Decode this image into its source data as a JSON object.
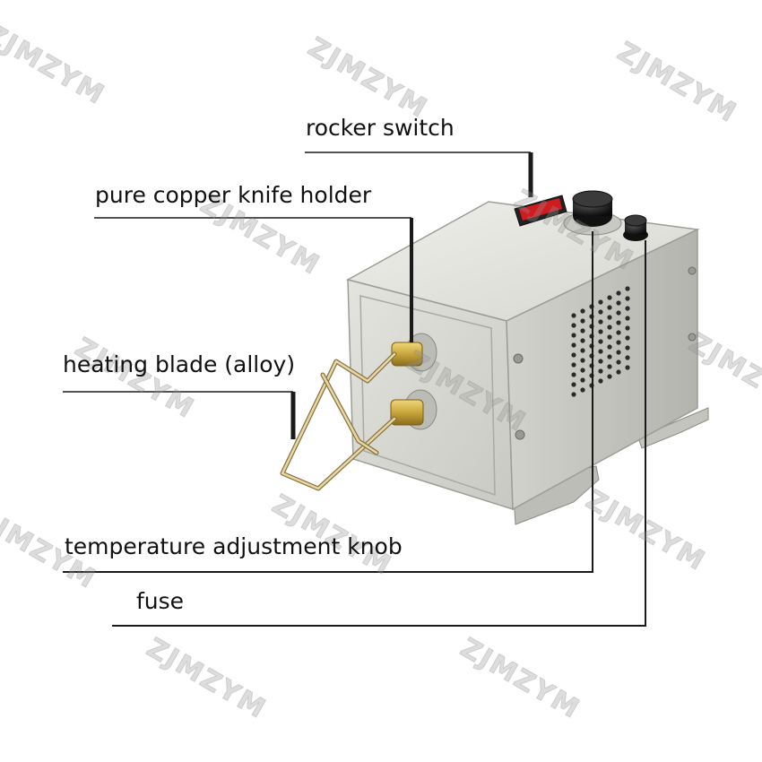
{
  "watermark": "ZJMZYM",
  "labels": {
    "rocker_switch": "rocker switch",
    "knife_holder": "pure copper knife holder",
    "heating_blade": "heating blade (alloy)",
    "temperature_knob": "temperature adjustment knob",
    "fuse": "fuse"
  },
  "colors": {
    "housing": "#d9d9d4",
    "switch": "#d21a1f",
    "brass": "#c8a63c",
    "leader": "#1a1a1a"
  }
}
